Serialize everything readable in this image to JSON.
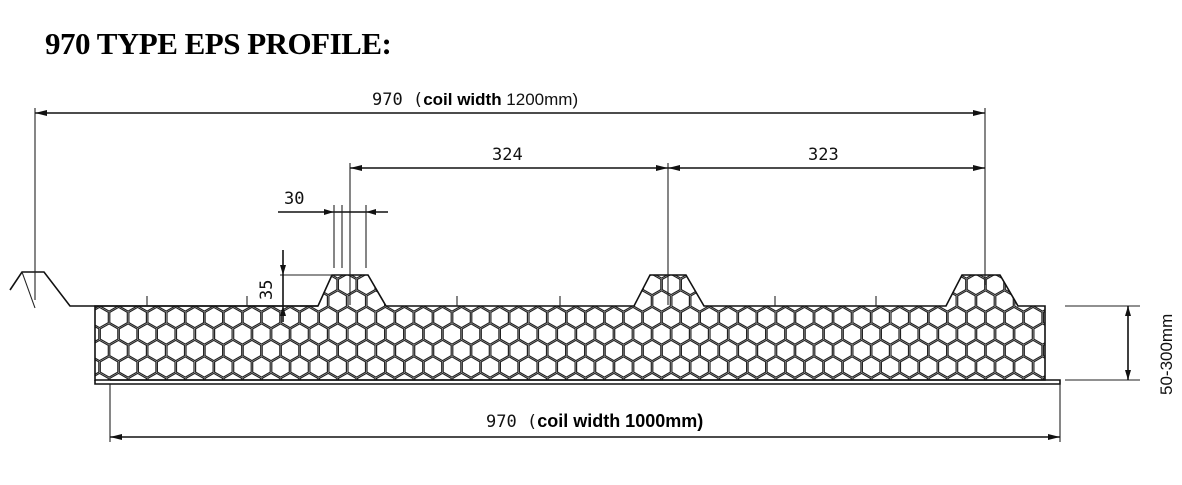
{
  "title": "970 TYPE EPS PROFILE:",
  "dimensions": {
    "top_prefix": "970 (",
    "top_bold": "coil width",
    "top_suffix": " 1200mm)",
    "bottom_prefix": "970 (",
    "bottom_bold": "coil width 1000mm)",
    "pitch_1": "324",
    "pitch_2": "323",
    "rib_top_width": "30",
    "rib_height": "35",
    "thickness": "50-300mm"
  }
}
